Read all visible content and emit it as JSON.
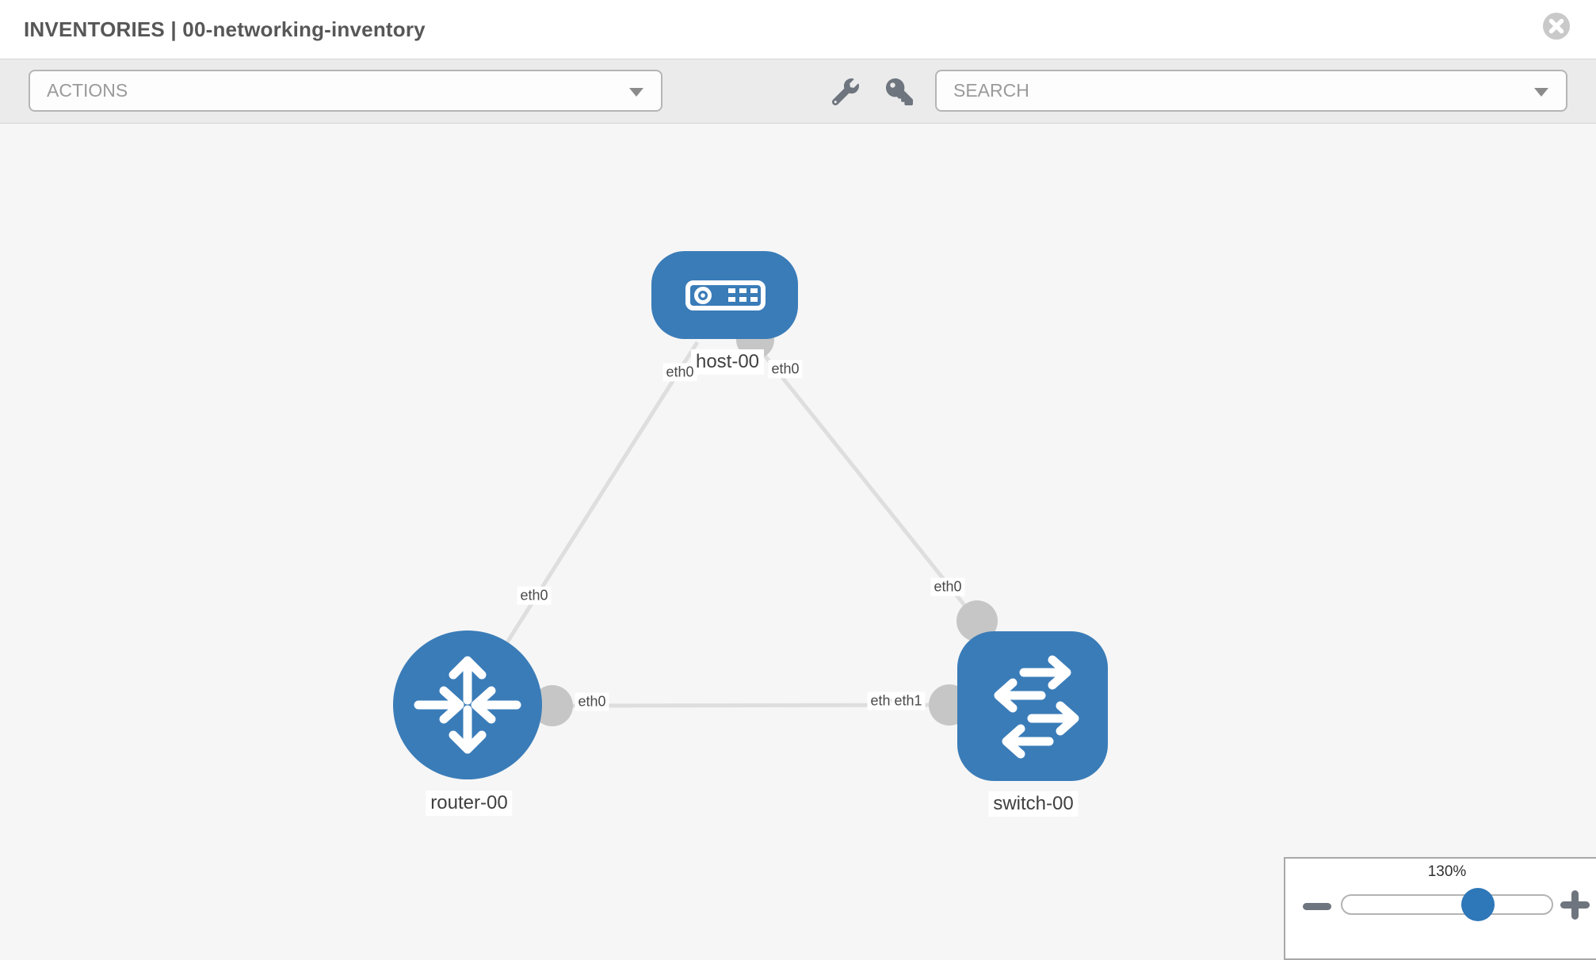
{
  "header": {
    "title": "INVENTORIES | 00-networking-inventory"
  },
  "toolbar": {
    "actions_label": "ACTIONS",
    "search_label": "SEARCH"
  },
  "topology": {
    "nodes": [
      {
        "id": "host-00",
        "type": "host",
        "label": "host-00"
      },
      {
        "id": "router-00",
        "type": "router",
        "label": "router-00"
      },
      {
        "id": "switch-00",
        "type": "switch",
        "label": "switch-00"
      }
    ],
    "links": [
      {
        "from": "host-00",
        "to": "router-00",
        "from_if": "eth0",
        "to_if": "eth0"
      },
      {
        "from": "host-00",
        "to": "switch-00",
        "from_if": "eth0",
        "to_if": "eth0"
      },
      {
        "from": "router-00",
        "to": "switch-00",
        "from_if": "eth0",
        "to_if": "eth1"
      }
    ],
    "interfaces": {
      "host_to_router_at_host": "eth0",
      "host_to_switch_at_host": "eth0",
      "host_to_router_at_router": "eth0",
      "host_to_switch_at_switch": "eth0",
      "router_to_switch_at_router": "eth0",
      "router_to_switch_at_switch_back": "eth0",
      "router_to_switch_at_switch_front": "eth1"
    }
  },
  "zoom": {
    "level": "130%"
  },
  "icons": {
    "close": "x-circle",
    "wrench": "wrench",
    "key": "key",
    "actions_caret": "chevron-down",
    "search_caret": "chevron-down",
    "zoom_out": "minus",
    "zoom_in": "plus",
    "host_glyph": "server-faceplate",
    "router_glyph": "four-arrows",
    "switch_glyph": "exchange-arrows"
  },
  "colors": {
    "node_blue": "#3a7cb8",
    "slider_knob_blue": "#2e77b8",
    "link_gray": "#dedede",
    "connector_gray": "#c6c6c6",
    "toolbar_icon_gray": "#6e757e",
    "close_circle_gray": "#c9c9c9",
    "canvas_bg": "#f6f6f6",
    "toolbar_bg": "#ebebeb"
  }
}
